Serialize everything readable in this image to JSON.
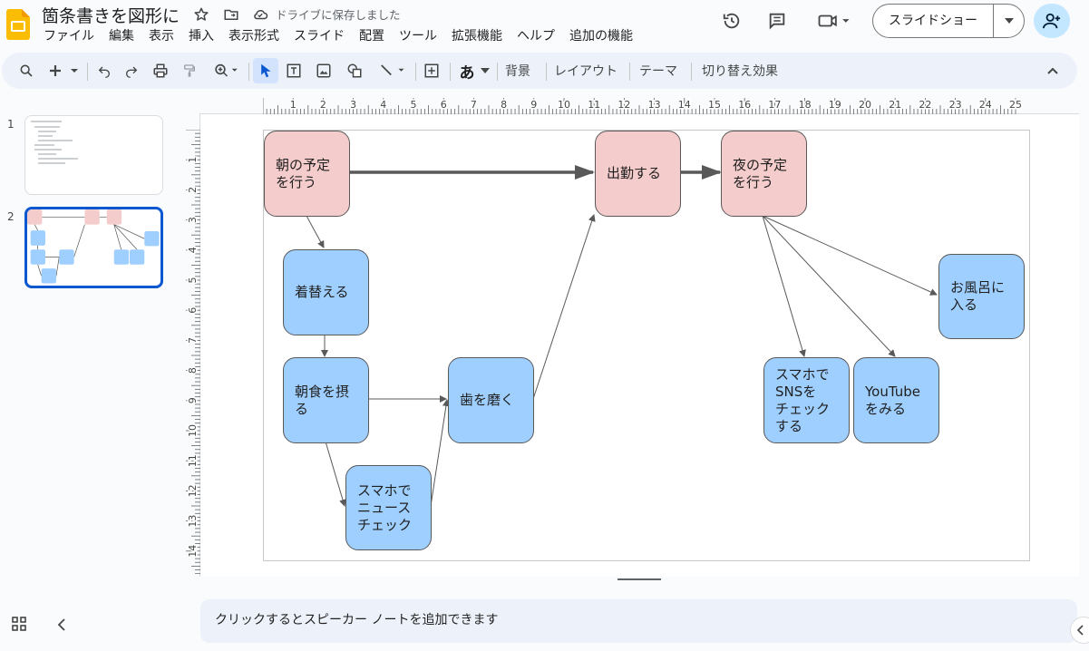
{
  "header": {
    "title": "箇条書きを図形に",
    "save_status": "ドライブに保存しました",
    "menu": [
      "ファイル",
      "編集",
      "表示",
      "挿入",
      "表示形式",
      "スライド",
      "配置",
      "ツール",
      "拡張機能",
      "ヘルプ",
      "追加の機能"
    ],
    "slideshow_label": "スライドショー"
  },
  "toolbar": {
    "text_style": "あ",
    "background": "背景",
    "layout": "レイアウト",
    "theme": "テーマ",
    "transition": "切り替え効果"
  },
  "slides_panel": {
    "numbers": [
      "1",
      "2"
    ],
    "selected": 2
  },
  "ruler": {
    "top": [
      "1",
      "2",
      "3",
      "4",
      "5",
      "6",
      "7",
      "8",
      "9",
      "10",
      "11",
      "12",
      "13",
      "14",
      "15",
      "16",
      "17",
      "18",
      "19",
      "20",
      "21",
      "22",
      "23",
      "24",
      "25"
    ],
    "left": [
      "1",
      "2",
      "3",
      "4",
      "5",
      "6",
      "7",
      "8",
      "9",
      "10",
      "11",
      "12",
      "13",
      "14"
    ]
  },
  "diagram": {
    "nodes": {
      "morning_plan": "朝の予定\nを行う",
      "change_clothes": "着替える",
      "breakfast": "朝食を摂\nる",
      "brush_teeth": "歯を磨く",
      "phone_news": "スマホで\nニュース\nチェック",
      "commute": "出勤する",
      "evening_plan": "夜の予定\nを行う",
      "bath": "お風呂に\n入る",
      "phone_sns": "スマホで\nSNSを\nチェック\nする",
      "youtube": "YouTube\nをみる"
    }
  },
  "notes": {
    "placeholder": "クリックするとスピーカー ノートを追加できます"
  },
  "colors": {
    "pink_node": "#f4cccc",
    "blue_node": "#9fcfff",
    "accent": "#0b57d0"
  }
}
